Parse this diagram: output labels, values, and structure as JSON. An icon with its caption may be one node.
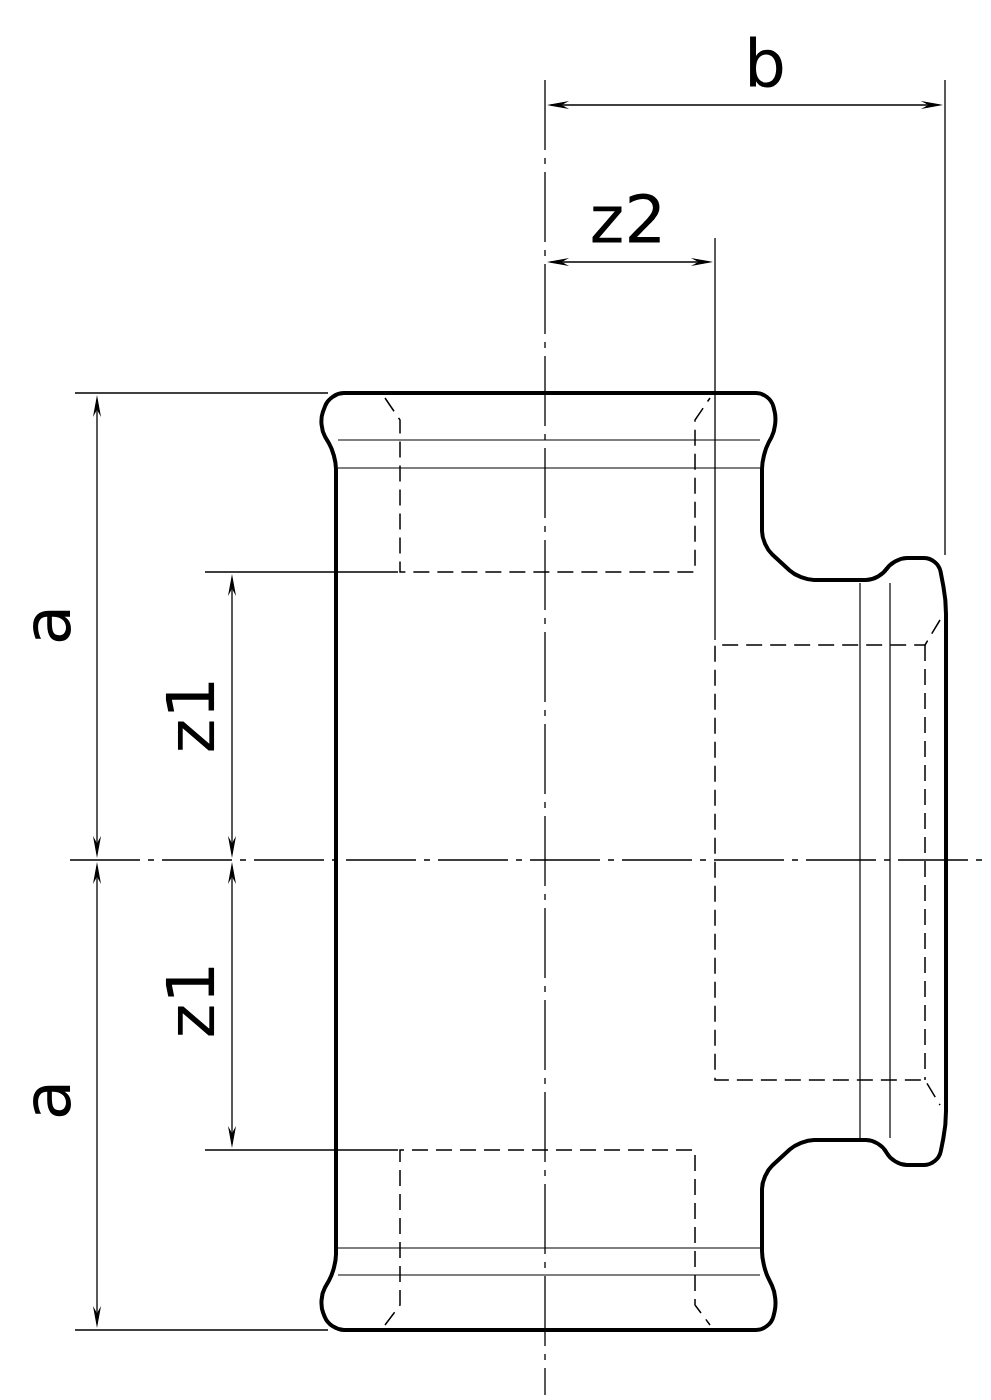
{
  "diagram": {
    "labels": [
      "b",
      "z2",
      "a",
      "z1",
      "z1",
      "a"
    ]
  }
}
